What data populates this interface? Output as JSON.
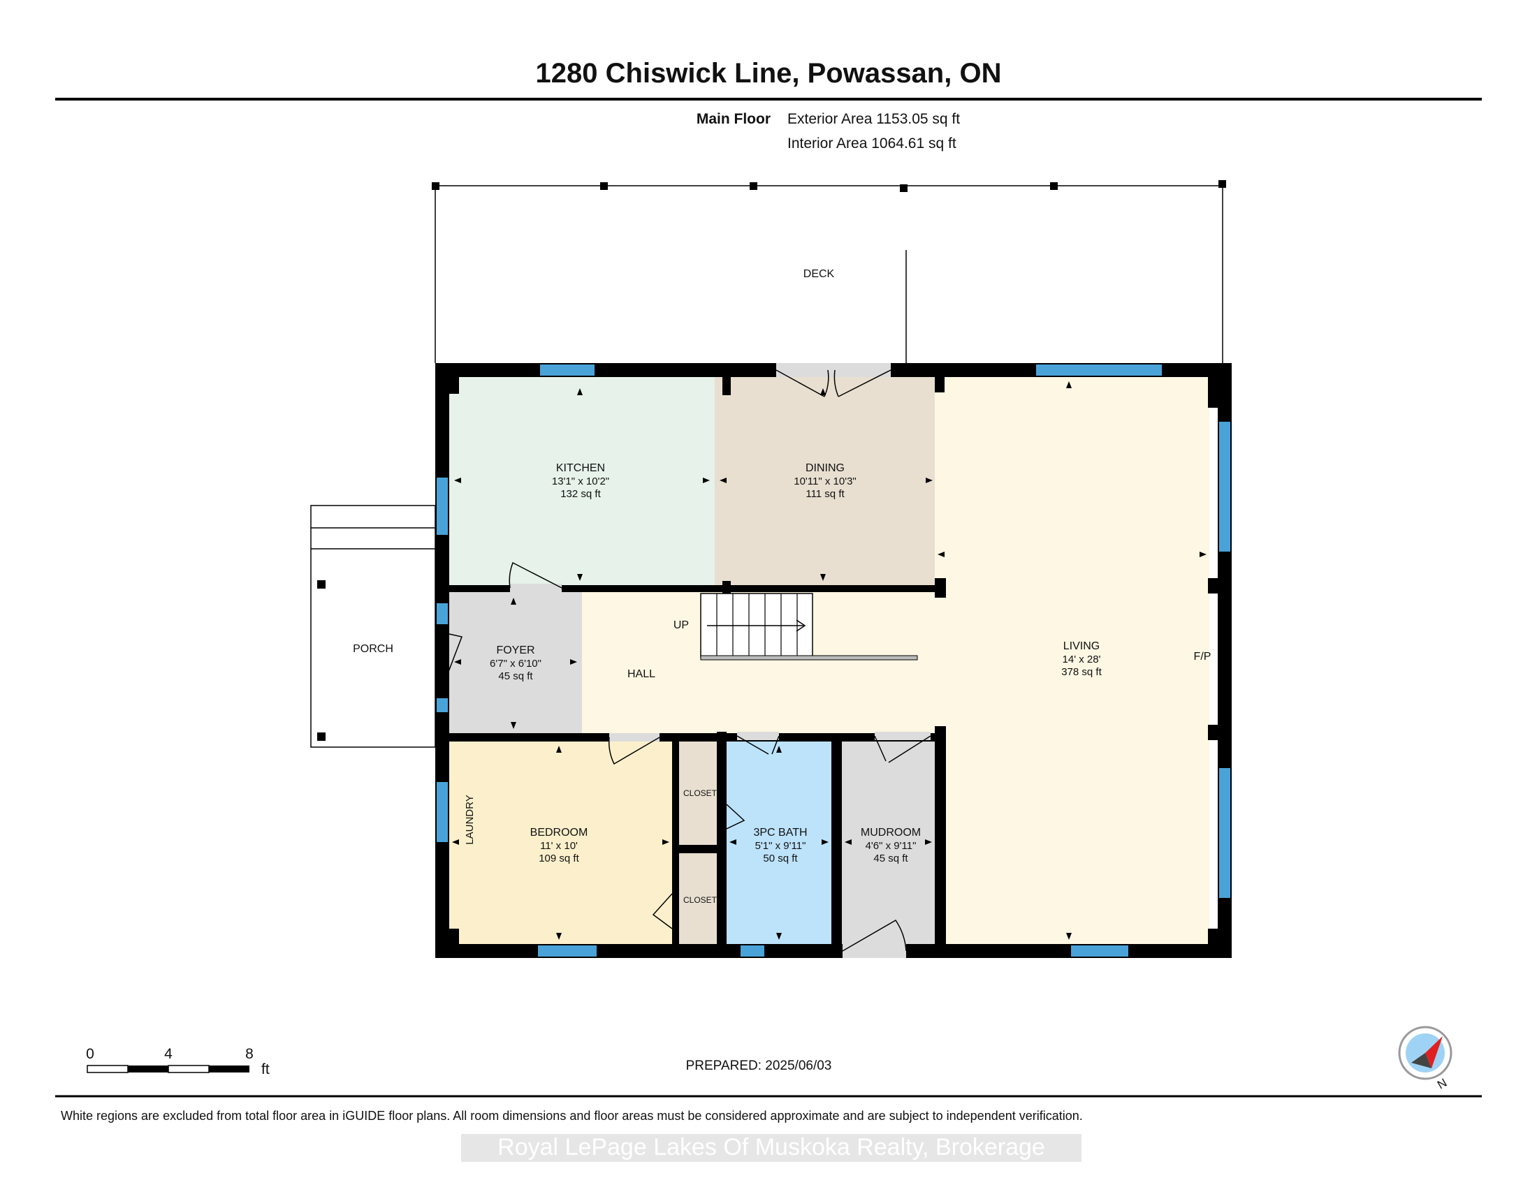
{
  "header": {
    "title": "1280 Chiswick Line, Powassan, ON",
    "floor_label": "Main Floor",
    "exterior_area": "Exterior Area 1153.05 sq ft",
    "interior_area": "Interior Area 1064.61 sq ft"
  },
  "rooms": {
    "deck": {
      "name": "DECK"
    },
    "porch": {
      "name": "PORCH"
    },
    "kitchen": {
      "name": "KITCHEN",
      "dims": "13'1\" x 10'2\"",
      "area": "132 sq ft"
    },
    "dining": {
      "name": "DINING",
      "dims": "10'11\" x 10'3\"",
      "area": "111 sq ft"
    },
    "living": {
      "name": "LIVING",
      "dims": "14' x 28'",
      "area": "378 sq ft"
    },
    "foyer": {
      "name": "FOYER",
      "dims": "6'7\" x 6'10\"",
      "area": "45 sq ft"
    },
    "hall": {
      "name": "HALL"
    },
    "stairs": {
      "label": "UP"
    },
    "fireplace": {
      "label": "F/P"
    },
    "bedroom": {
      "name": "BEDROOM",
      "dims": "11' x 10'",
      "area": "109 sq ft"
    },
    "laundry": {
      "name": "LAUNDRY"
    },
    "closet_upper": {
      "name": "CLOSET"
    },
    "closet_lower": {
      "name": "CLOSET"
    },
    "bath": {
      "name": "3PC BATH",
      "dims": "5'1\" x 9'11\"",
      "area": "50 sq ft"
    },
    "mudroom": {
      "name": "MUDROOM",
      "dims": "4'6\" x 9'11\"",
      "area": "45 sq ft"
    }
  },
  "colors": {
    "kitchen": "#e6f2ea",
    "dining": "#e8dfd0",
    "living_hall": "#fdf7e3",
    "foyer": "#dcdcdc",
    "bedroom": "#fcf0cc",
    "closet": "#e8dfd0",
    "bath": "#bde3fb",
    "mudroom": "#dcdcdc",
    "wall": "#000000",
    "window": "#4aa3d8"
  },
  "scale_bar": {
    "ticks": [
      "0",
      "4",
      "8"
    ],
    "unit": "ft"
  },
  "prepared": "PREPARED: 2025/06/03",
  "compass": {
    "label": "N"
  },
  "footer": {
    "disclaimer": "White regions are excluded from total floor area in iGUIDE floor plans. All room dimensions and floor areas must be considered approximate and are subject to independent verification.",
    "brokerage": "Royal LePage Lakes Of Muskoka Realty, Brokerage"
  }
}
